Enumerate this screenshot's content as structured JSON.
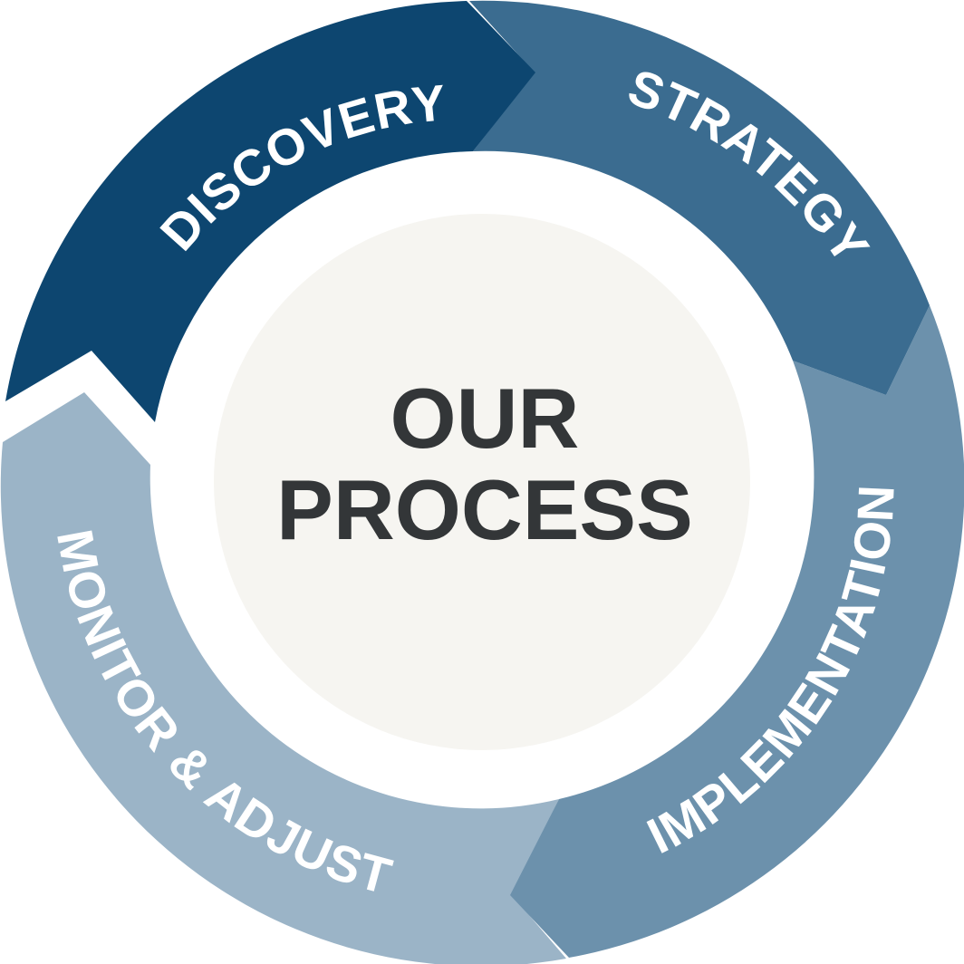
{
  "diagram": {
    "center": {
      "line1": "OUR",
      "line2": "PROCESS",
      "fill": "#f6f5f1",
      "text_color": "#333638"
    },
    "stages": [
      {
        "label": "DISCOVERY",
        "color": "#0d4670"
      },
      {
        "label": "STRATEGY",
        "color": "#3b6c90"
      },
      {
        "label": "IMPLEMENTATION",
        "color": "#6c91ac"
      },
      {
        "label": "MONITOR & ADJUST",
        "color": "#9bb4c7"
      }
    ]
  }
}
